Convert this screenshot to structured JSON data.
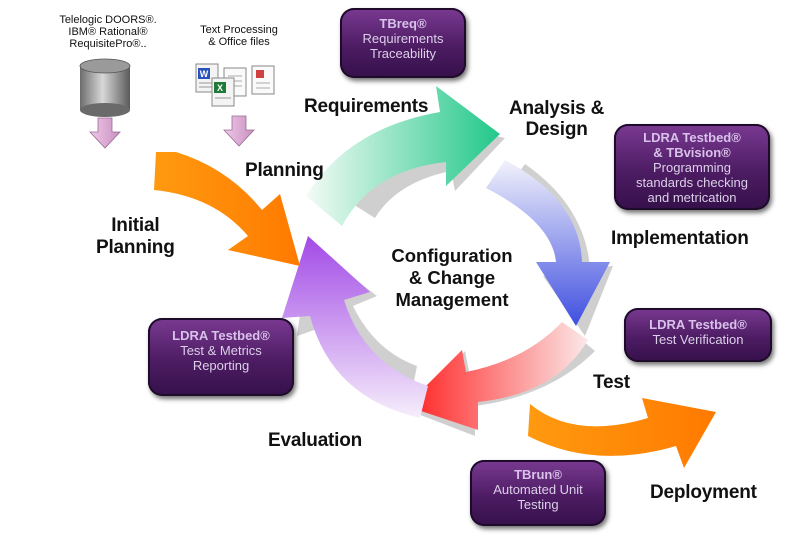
{
  "center": {
    "line1": "Configuration",
    "line2": "& Change",
    "line3": "Management"
  },
  "phases": {
    "requirements": "Requirements",
    "analysis_line1": "Analysis &",
    "analysis_line2": "Design",
    "planning": "Planning",
    "initial_line1": "Initial",
    "initial_line2": "Planning",
    "implementation": "Implementation",
    "test": "Test",
    "evaluation": "Evaluation",
    "deployment": "Deployment"
  },
  "sources": {
    "doors_line1": "Telelogic DOORS®.",
    "doors_line2": "IBM® Rational®",
    "doors_line3": "RequisitePro®..",
    "office_line1": "Text Processing",
    "office_line2": "& Office files"
  },
  "boxes": {
    "tbreq": {
      "title": "TBreq®",
      "line1": "Requirements",
      "line2": "Traceability"
    },
    "tbvision": {
      "title1": "LDRA Testbed®",
      "title2": "& TBvision®",
      "line1": "Programming",
      "line2": "standards checking",
      "line3": "and metrication"
    },
    "verification": {
      "title": "LDRA Testbed®",
      "line1": "Test Verification"
    },
    "reporting": {
      "title": "LDRA Testbed®",
      "line1": "Test & Metrics",
      "line2": "Reporting"
    },
    "tbrun": {
      "title": "TBrun®",
      "line1": "Automated Unit",
      "line2": "Testing"
    }
  },
  "colors": {
    "box_fill": "#4d1c63",
    "arrow_green": "#2fd08a",
    "arrow_blue": "#4a5be0",
    "arrow_red": "#ff2a2a",
    "arrow_purple": "#a050e0",
    "arrow_orange": "#ff8a00"
  },
  "icons": [
    "database-icon",
    "word-document-icon",
    "excel-document-icon",
    "text-document-icon",
    "down-arrow-icon"
  ]
}
